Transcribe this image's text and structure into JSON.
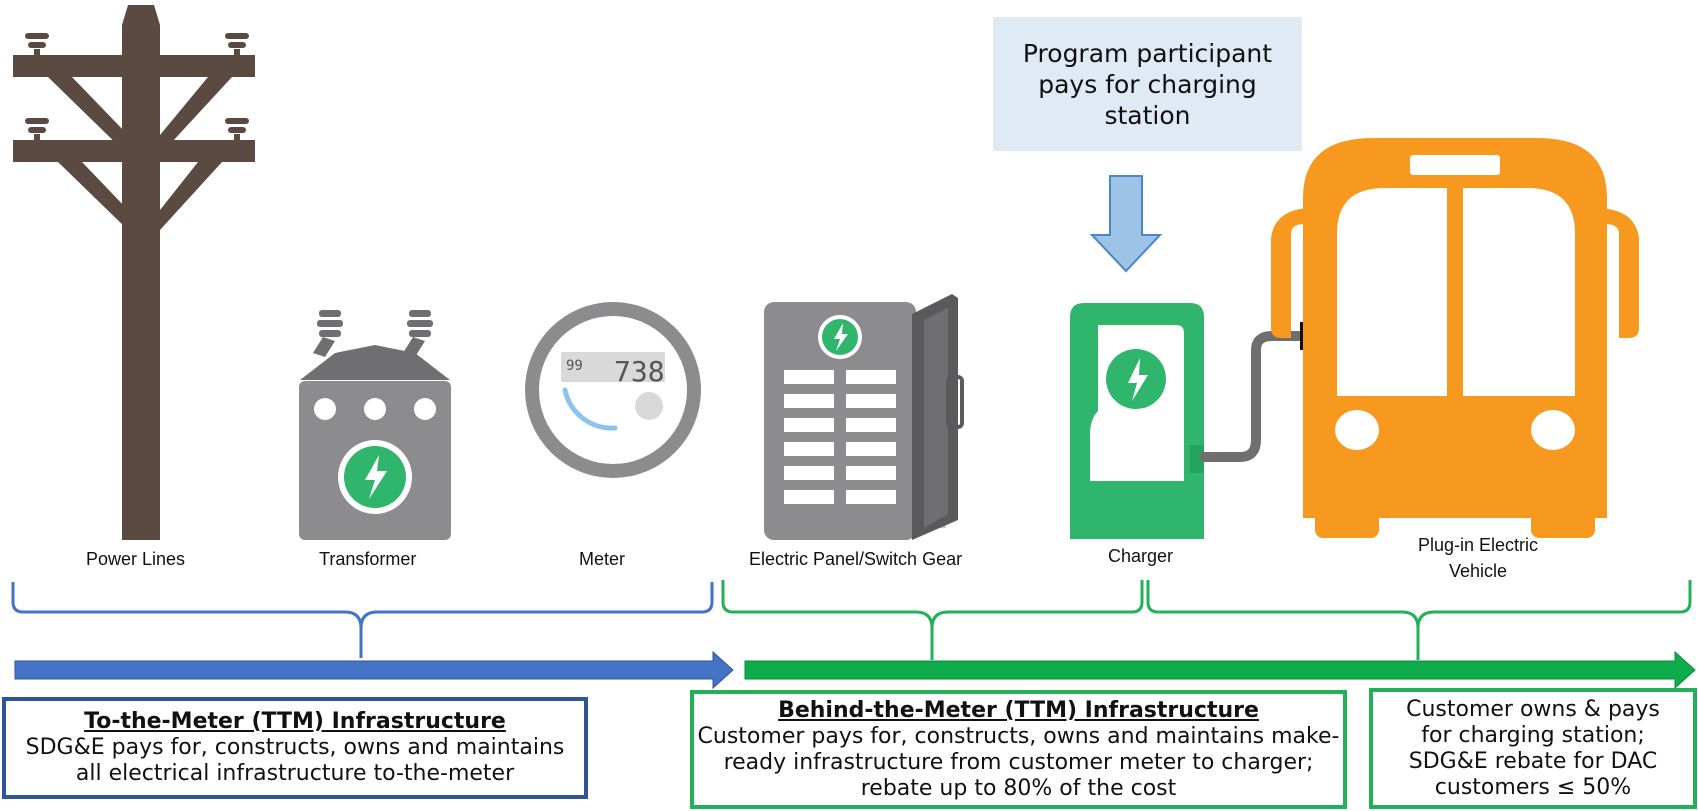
{
  "callout": {
    "lines": [
      "Program participant",
      "pays for charging",
      "station"
    ]
  },
  "components": {
    "power_lines": "Power Lines",
    "transformer": "Transformer",
    "meter": "Meter",
    "panel": "Electric Panel/Switch Gear",
    "charger": "Charger",
    "vehicle_lines": [
      "Plug-in Electric",
      "Vehicle"
    ]
  },
  "meter_display": {
    "small": "99",
    "large": "738"
  },
  "ttm_box": {
    "title": "To-the-Meter (TTM) Infrastructure",
    "lines": [
      "SDG&E pays for, constructs, owns and maintains",
      "all electrical infrastructure to-the-meter"
    ]
  },
  "btm_box": {
    "title": "Behind-the-Meter (TTM) Infrastructure",
    "lines": [
      "Customer pays for, constructs, owns and maintains make-",
      "ready infrastructure from customer meter to charger;",
      "rebate up to 80% of the cost"
    ]
  },
  "vehicle_box": {
    "lines": [
      "Customer owns & pays",
      "for charging station;",
      "SDG&E rebate for DAC",
      "customers ≤ 50%"
    ]
  },
  "colors": {
    "pole": "#5b4a42",
    "device_gray": "#8c8c8e",
    "charger_green": "#2fb56c",
    "bus_orange": "#f7981f",
    "ttm_blue": "#4472c4",
    "btm_green": "#0fac4b",
    "callout_bg": "#dfeaf5"
  }
}
